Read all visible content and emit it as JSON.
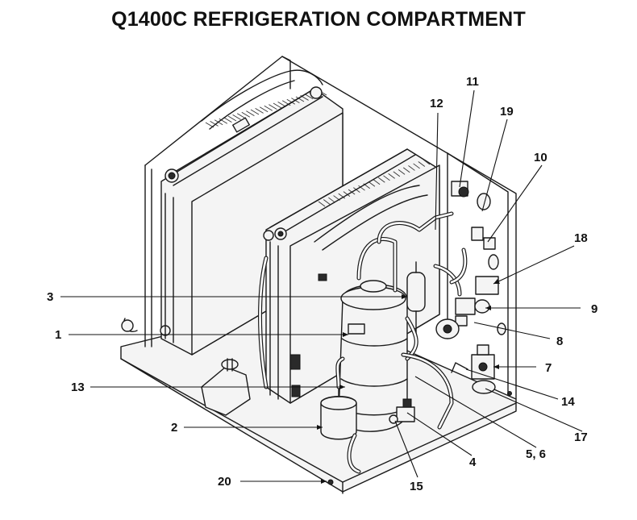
{
  "title": "Q1400C REFRIGERATION COMPARTMENT",
  "callouts": {
    "c1": "1",
    "c2": "2",
    "c3": "3",
    "c4": "4",
    "c56": "5, 6",
    "c7": "7",
    "c8": "8",
    "c9": "9",
    "c10": "10",
    "c11": "11",
    "c12": "12",
    "c13": "13",
    "c14": "14",
    "c15": "15",
    "c17": "17",
    "c18": "18",
    "c19": "19",
    "c20": "20"
  }
}
